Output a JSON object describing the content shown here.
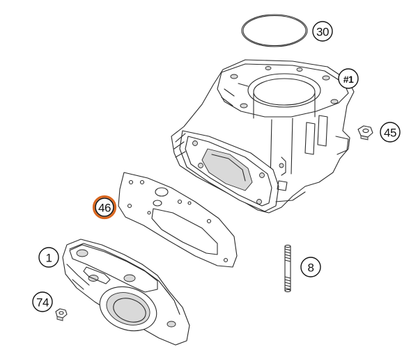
{
  "diagram": {
    "type": "exploded-parts-view",
    "highlight_color": "#d9661f",
    "parts": [
      {
        "id": "o-ring",
        "label": "30",
        "highlighted": false
      },
      {
        "id": "cylinder",
        "label": "#1",
        "highlighted": false
      },
      {
        "id": "nut",
        "label": "45",
        "highlighted": false
      },
      {
        "id": "gasket",
        "label": "46",
        "highlighted": true
      },
      {
        "id": "stud",
        "label": "8",
        "highlighted": false
      },
      {
        "id": "exhaust-flange",
        "label": "1",
        "highlighted": false
      },
      {
        "id": "small-nut",
        "label": "74",
        "highlighted": false
      }
    ]
  }
}
